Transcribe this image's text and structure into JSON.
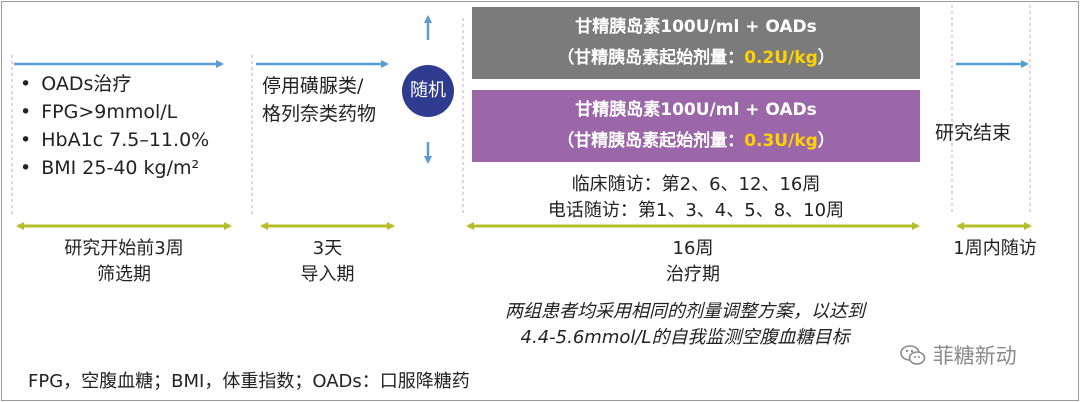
{
  "criteria": [
    "OADs治疗",
    "FPG>9mmol/L",
    "HbA1c 7.5–11.0%",
    "BMI 25-40 kg/m²"
  ],
  "washout_text": [
    "停用磺脲类/",
    "格列奈类药物"
  ],
  "randomize_label": "随机",
  "arm1": {
    "line1": "甘精胰岛素100U/ml + OADs",
    "line2_prefix": "（甘精胰岛素起始剂量：",
    "dose": "0.2U/kg",
    "line2_suffix": "）",
    "color": "#7b7b7b"
  },
  "arm2": {
    "line1": "甘精胰岛素100U/ml + OADs",
    "line2_prefix": "（甘精胰岛素起始剂量：",
    "dose": "0.3U/kg",
    "line2_suffix": "）",
    "color": "#9b67a9"
  },
  "visits": {
    "clinic": "临床随访：第2、6、12、16周",
    "phone": "电话随访：第1、3、4、5、8、10周"
  },
  "study_end": "研究结束",
  "phases": {
    "screening": {
      "line1": "研究开始前3周",
      "line2": "筛选期"
    },
    "runin": {
      "line1": "3天",
      "line2": "导入期"
    },
    "treatment": {
      "line1": "16周",
      "line2": "治疗期"
    },
    "followup": {
      "line1": "1周内随访"
    }
  },
  "note": {
    "line1": "两组患者均采用相同的剂量调整方案，以达到",
    "line2": "4.4-5.6mmol/L的自我监测空腹血糖目标"
  },
  "footnote": "FPG，空腹血糖；BMI，体重指数；OADs：口服降糖药",
  "watermark": "菲糖新动",
  "colors": {
    "blue_arrow": "#5b9bd5",
    "olive_arrow": "#b5bd2a",
    "circle": "#2e3b8e",
    "divider": "#c9a9d6"
  }
}
